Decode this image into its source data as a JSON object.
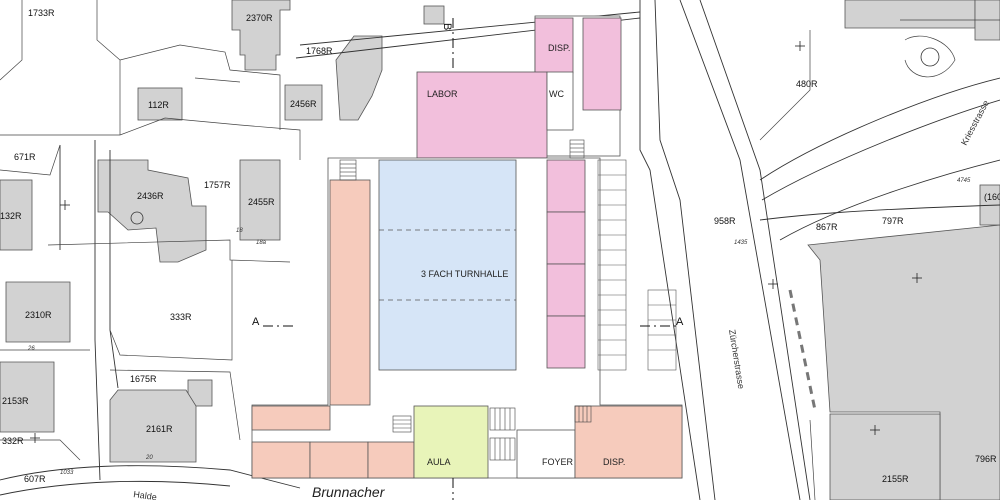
{
  "map": {
    "parcel_labels": [
      {
        "id": "p1733",
        "text": "1733R"
      },
      {
        "id": "p2370",
        "text": "2370R"
      },
      {
        "id": "p1768",
        "text": "1768R"
      },
      {
        "id": "p112",
        "text": "112R"
      },
      {
        "id": "p2456",
        "text": "2456R"
      },
      {
        "id": "p671",
        "text": "671R"
      },
      {
        "id": "p2436",
        "text": "2436R"
      },
      {
        "id": "p1757",
        "text": "1757R"
      },
      {
        "id": "p2455",
        "text": "2455R"
      },
      {
        "id": "p132",
        "text": "132R"
      },
      {
        "id": "p2310",
        "text": "2310R"
      },
      {
        "id": "p333",
        "text": "333R"
      },
      {
        "id": "p1675",
        "text": "1675R"
      },
      {
        "id": "p2153",
        "text": "2153R"
      },
      {
        "id": "p2161",
        "text": "2161R"
      },
      {
        "id": "p332",
        "text": "332R"
      },
      {
        "id": "p607",
        "text": "607R"
      },
      {
        "id": "p480",
        "text": "480R"
      },
      {
        "id": "p958",
        "text": "958R"
      },
      {
        "id": "p867",
        "text": "867R"
      },
      {
        "id": "p797",
        "text": "797R"
      },
      {
        "id": "p160",
        "text": "(160"
      },
      {
        "id": "p2155",
        "text": "2155R"
      },
      {
        "id": "p796",
        "text": "796R"
      }
    ],
    "house_numbers": [
      "18",
      "18a",
      "26",
      "20",
      "1033",
      "1435",
      "4745"
    ],
    "streets": {
      "kriesstrasse": "Kriesstrasse",
      "zuercherstrasse": "Zürcherstrasse",
      "brunnacher": "Brunnacher",
      "halde": "Halde"
    },
    "section_markers": {
      "a_left": "A",
      "a_right": "A",
      "b_top": "B"
    },
    "rooms": {
      "disp_top": "DISP.",
      "labor": "LABOR",
      "wc": "WC",
      "turnhalle": "3 FACH TURNHALLE",
      "aula": "AULA",
      "foyer": "FOYER",
      "disp_bottom": "DISP."
    },
    "colors": {
      "building_existing": "#d2d2d2",
      "room_pink": "#f2bfdc",
      "room_salmon": "#f6cbbc",
      "room_blue": "#d6e5f7",
      "room_green": "#e8f4b9"
    }
  }
}
